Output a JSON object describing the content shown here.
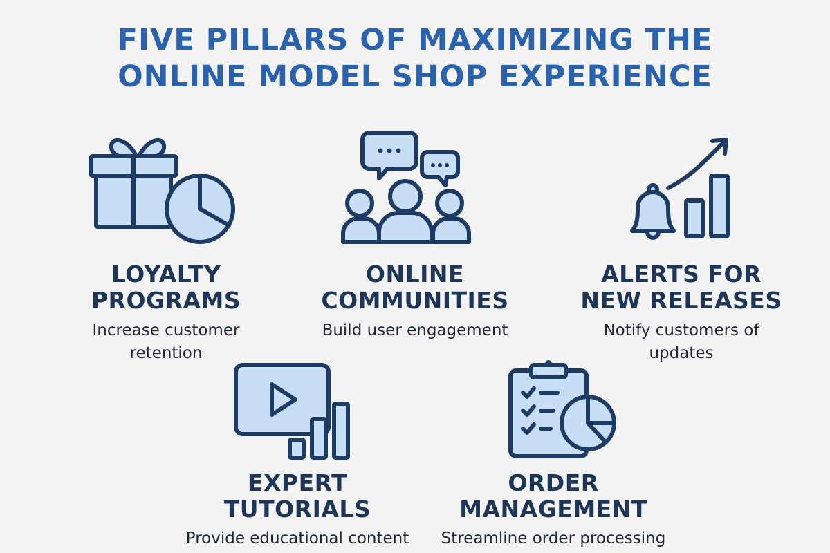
{
  "title": {
    "line1": "FIVE PILLARS OF MAXIMIZING THE",
    "line2": "ONLINE MODEL SHOP EXPERIENCE"
  },
  "pillars": [
    {
      "icon": "gift-pie-chart-icon",
      "heading_line1": "LOYALTY",
      "heading_line2": "PROGRAMS",
      "desc_line1": "Increase customer",
      "desc_line2": "retention"
    },
    {
      "icon": "community-chat-icon",
      "heading_line1": "ONLINE",
      "heading_line2": "COMMUNITIES",
      "desc_line1": "Build user engagement",
      "desc_line2": ""
    },
    {
      "icon": "bell-growth-chart-icon",
      "heading_line1": "ALERTS FOR",
      "heading_line2": "NEW RELEASES",
      "desc_line1": "Notify customers of",
      "desc_line2": "updates"
    },
    {
      "icon": "video-play-bars-icon",
      "heading_line1": "EXPERT",
      "heading_line2": "TUTORIALS",
      "desc_line1": "Provide educational content",
      "desc_line2": ""
    },
    {
      "icon": "clipboard-checklist-pie-icon",
      "heading_line1": "ORDER",
      "heading_line2": "MANAGEMENT",
      "desc_line1": "Streamline order processing",
      "desc_line2": ""
    }
  ],
  "colors": {
    "title": "#2a62ad",
    "heading": "#1d3557",
    "icon_stroke": "#1d3b63",
    "icon_fill": "#c8def7",
    "background": "#f3f3f3"
  }
}
